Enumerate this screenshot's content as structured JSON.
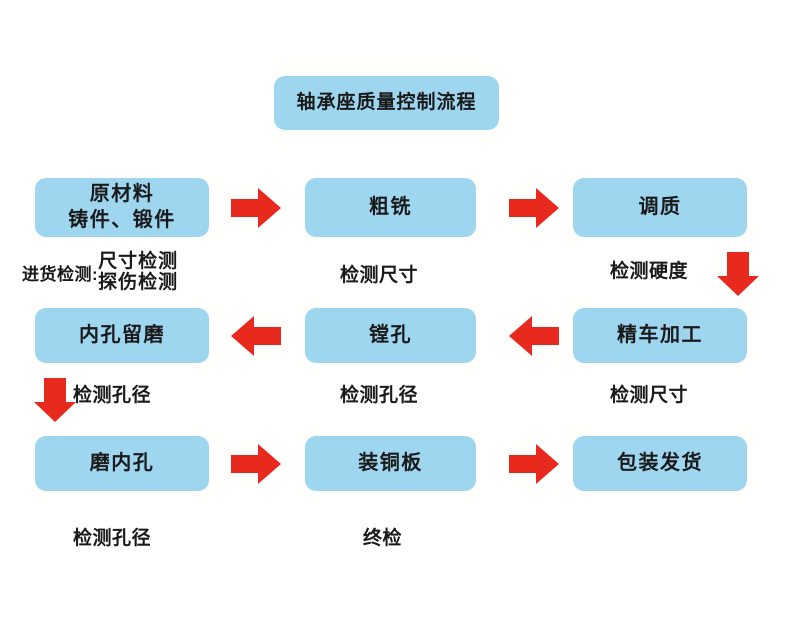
{
  "diagram": {
    "title": "轴承座质量控制流程",
    "background_color": "#fffffe",
    "node_color": "#9ed5ef",
    "arrow_color": "#e8291e",
    "text_color": "#1a1a1a"
  },
  "nodes": [
    {
      "id": "raw-material",
      "label": "原材料\n铸件、锻件",
      "row": 1,
      "col": 1
    },
    {
      "id": "rough-milling",
      "label": "粗铣",
      "row": 1,
      "col": 2
    },
    {
      "id": "quench-temper",
      "label": "调质",
      "row": 1,
      "col": 3
    },
    {
      "id": "bore-reserve-grind",
      "label": "内孔留磨",
      "row": 2,
      "col": 1
    },
    {
      "id": "boring",
      "label": "镗孔",
      "row": 2,
      "col": 2
    },
    {
      "id": "fine-turning",
      "label": "精车加工",
      "row": 2,
      "col": 3
    },
    {
      "id": "grind-inner-hole",
      "label": "磨内孔",
      "row": 3,
      "col": 1
    },
    {
      "id": "install-copper",
      "label": "装铜板",
      "row": 3,
      "col": 2
    },
    {
      "id": "package-ship",
      "label": "包装发货",
      "row": 3,
      "col": 3
    }
  ],
  "captions": {
    "incoming_lead": "进货检测:",
    "incoming_line1": "尺寸检测",
    "incoming_line2": "探伤检测",
    "rough_milling": "检测尺寸",
    "quench_temper": "检测硬度",
    "bore_reserve_grind": "检测孔径",
    "boring": "检测孔径",
    "fine_turning": "检测尺寸",
    "grind_inner_hole": "检测孔径",
    "install_copper": "终检"
  },
  "arrows": [
    {
      "id": "arrow-raw-to-rough",
      "direction": "right",
      "icon": "arrow-right-icon"
    },
    {
      "id": "arrow-rough-to-quench",
      "direction": "right",
      "icon": "arrow-right-icon"
    },
    {
      "id": "arrow-quench-to-fine",
      "direction": "down",
      "icon": "arrow-down-icon"
    },
    {
      "id": "arrow-fine-to-boring",
      "direction": "left",
      "icon": "arrow-left-icon"
    },
    {
      "id": "arrow-boring-to-reserve",
      "direction": "left",
      "icon": "arrow-left-icon"
    },
    {
      "id": "arrow-reserve-to-grind",
      "direction": "down",
      "icon": "arrow-down-icon"
    },
    {
      "id": "arrow-grind-to-copper",
      "direction": "right",
      "icon": "arrow-right-icon"
    },
    {
      "id": "arrow-copper-to-package",
      "direction": "right",
      "icon": "arrow-right-icon"
    }
  ]
}
